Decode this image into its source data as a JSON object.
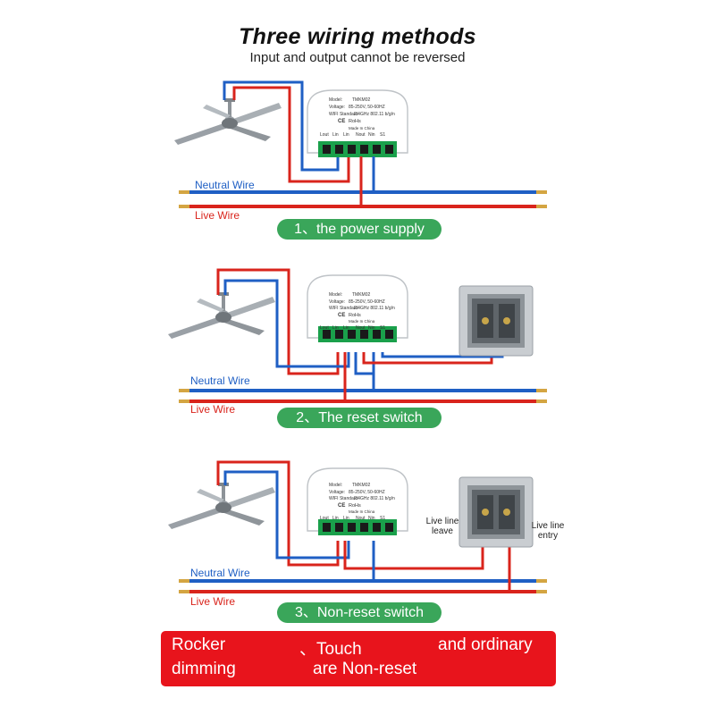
{
  "header": {
    "title": "Three wiring methods",
    "subtitle": "Input and output cannot be reversed"
  },
  "colors": {
    "neutral": "#1f5fc4",
    "live": "#d9241c",
    "accent_green": "#3aa65a",
    "banner_red": "#e8141c"
  },
  "wire_labels": {
    "neutral": "Neutral Wire",
    "live": "Live Wire"
  },
  "module": {
    "model": "Model:",
    "model_value": "TMKM02",
    "voltage": "Voltage:",
    "voltage_value": "85-250V, 50-60HZ",
    "wifi": "WIFI Standard:",
    "wifi_value": "2.4GHz 802.11 b/g/n",
    "ce": "CE",
    "rohs": "RoHs",
    "made_in": "Made In China",
    "terminals": [
      "Lout",
      "Lin",
      "Lin",
      "Nout",
      "Nin",
      "S1"
    ]
  },
  "sections": [
    {
      "label": "1、the power supply"
    },
    {
      "label": "2、The reset switch"
    },
    {
      "label": "3、Non-reset switch"
    }
  ],
  "switch_labels": {
    "leave": "Live line leave",
    "entry": "Live line entry"
  },
  "banner": {
    "w1": "Rocker",
    "w2": "、Touch",
    "w3": "and ordinary",
    "w4": "dimming",
    "w5": "are Non-reset"
  }
}
